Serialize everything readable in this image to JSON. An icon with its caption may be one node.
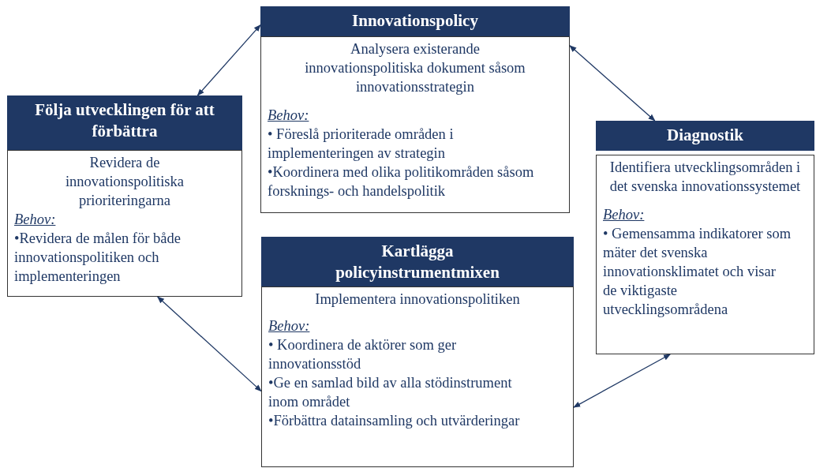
{
  "diagram": {
    "nodes": [
      {
        "text": [
          "Innovationspolicy",
          "Analysera existerande innovationspolitiska dokument såsom innovationsstrategin",
          "Behov:",
          "• Föreslå prioriterade områden i implementeringen av strategin",
          "•Koordinera med olika politikområden såsom forsknings- och handelspolitik"
        ]
      },
      {
        "text": [
          "Följa utvecklingen för att förbättra",
          "Revidera de innovationspolitiska prioriteringarna",
          "Behov:",
          "•Revidera de målen för både innovationspolitiken och implementeringen"
        ]
      },
      {
        "text": [
          "Diagnostik",
          "Identifiera utvecklingsområden i det svenska innovationssystemet",
          "Behov:",
          "• Gemensamma indikatorer som mäter det svenska innovationsklimatet och visar de viktigaste utvecklingsområdena"
        ]
      },
      {
        "text": [
          "Kartlägga policyinstrumentmixen",
          "Implementera innovationspolitiken",
          "Behov:",
          "• Koordinera de aktörer som ger innovationsstöd",
          "•Ge en samlad bild av alla stödinstrument inom området",
          "•Förbättra datainsamling och utvärderingar"
        ]
      }
    ],
    "edges": [
      {
        "from": 1,
        "to": 0,
        "arrow": "both"
      },
      {
        "from": 0,
        "to": 2,
        "arrow": "both"
      },
      {
        "from": 2,
        "to": 3,
        "arrow": "both"
      },
      {
        "from": 3,
        "to": 1,
        "arrow": "both"
      }
    ]
  }
}
